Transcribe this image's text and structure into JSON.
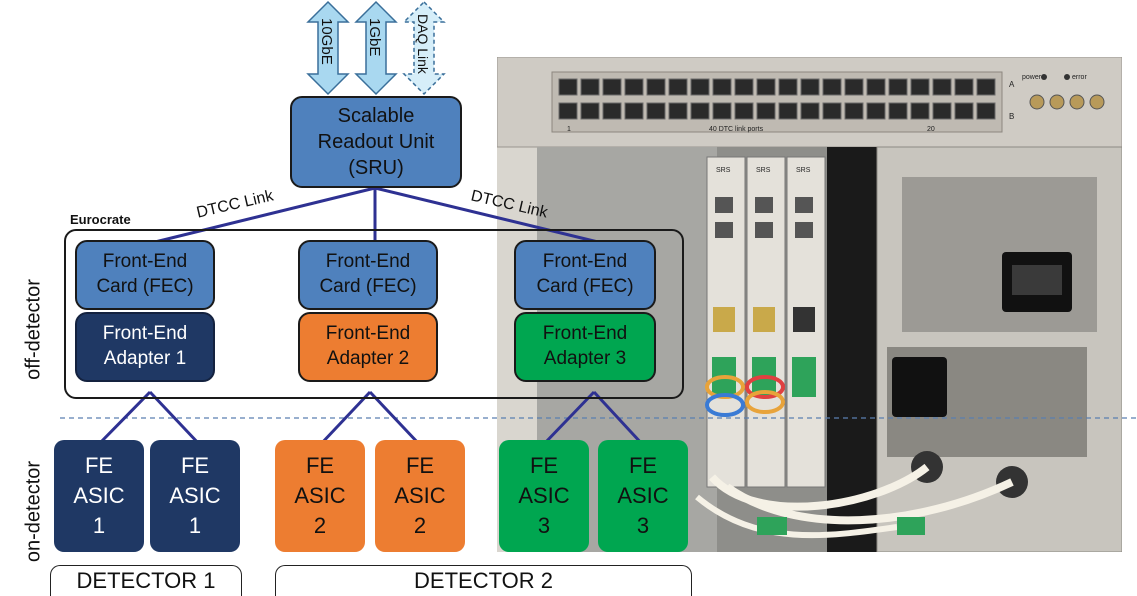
{
  "arrows": [
    "10GbE",
    "1GbE",
    "DAQ Link"
  ],
  "sru": {
    "line1": "Scalable",
    "line2": "Readout Unit",
    "line3": "(SRU)"
  },
  "links": {
    "left": "DTCC Link",
    "right": "DTCC Link"
  },
  "eurocrate_label": "Eurocrate",
  "fec_label": {
    "line1": "Front-End",
    "line2": "Card (FEC)"
  },
  "adapters": [
    {
      "line1": "Front-End",
      "line2": "Adapter 1"
    },
    {
      "line1": "Front-End",
      "line2": "Adapter 2"
    },
    {
      "line1": "Front-End",
      "line2": "Adapter 3"
    }
  ],
  "side_labels": {
    "off": "off-detector",
    "on": "on-detector"
  },
  "asics": [
    {
      "l1": "FE",
      "l2": "ASIC",
      "l3": "1"
    },
    {
      "l1": "FE",
      "l2": "ASIC",
      "l3": "1"
    },
    {
      "l1": "FE",
      "l2": "ASIC",
      "l3": "2"
    },
    {
      "l1": "FE",
      "l2": "ASIC",
      "l3": "2"
    },
    {
      "l1": "FE",
      "l2": "ASIC",
      "l3": "3"
    },
    {
      "l1": "FE",
      "l2": "ASIC",
      "l3": "3"
    }
  ],
  "detectors": [
    "DETECTOR 1",
    "DETECTOR 2"
  ],
  "photo": {
    "row_a": "A",
    "row_b": "B",
    "port_start": "1",
    "port_end": "20",
    "ports_caption": "40 DTC link ports",
    "power": "power",
    "error": "error",
    "card_title": "SRS"
  },
  "colors": {
    "fec": "#4f81bd",
    "adapter1": "#1f3864",
    "adapter2": "#ed7d31",
    "adapter3": "#00a650",
    "links": "#2e3192"
  }
}
